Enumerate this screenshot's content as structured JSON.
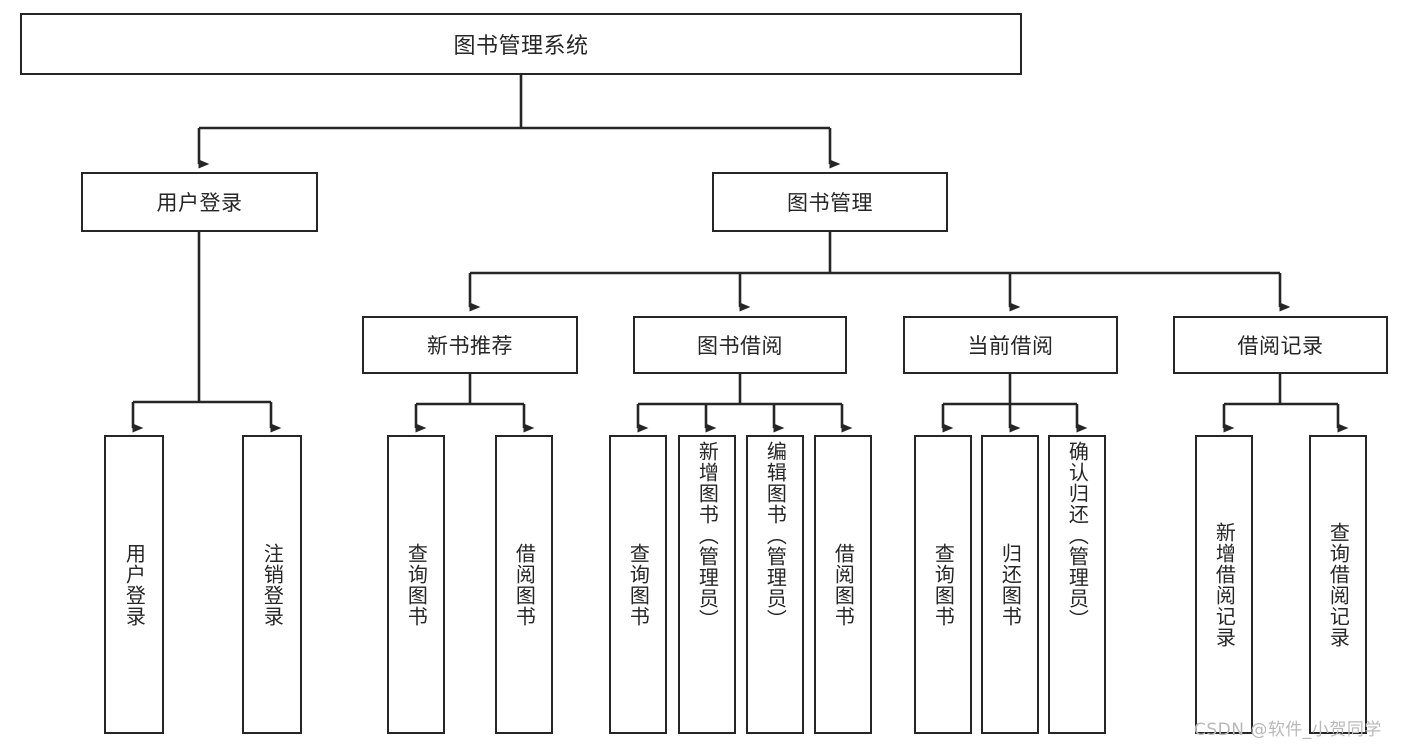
{
  "diagram": {
    "title": "图书管理系统",
    "type": "tree-hierarchy",
    "root": {
      "label": "图书管理系统"
    },
    "level1": [
      {
        "label": "用户登录"
      },
      {
        "label": "图书管理"
      }
    ],
    "level2": [
      {
        "label": "新书推荐",
        "parent": "图书管理"
      },
      {
        "label": "图书借阅",
        "parent": "图书管理"
      },
      {
        "label": "当前借阅",
        "parent": "图书管理"
      },
      {
        "label": "借阅记录",
        "parent": "图书管理"
      }
    ],
    "leaves": {
      "user_login": [
        {
          "label": "用户登录"
        },
        {
          "label": "注销登录"
        }
      ],
      "new_book_recommend": [
        {
          "label": "查询图书"
        },
        {
          "label": "借阅图书"
        }
      ],
      "book_borrow": [
        {
          "label": "查询图书"
        },
        {
          "label": "新增图书（管理员）"
        },
        {
          "label": "编辑图书（管理员）"
        },
        {
          "label": "借阅图书"
        }
      ],
      "current_borrow": [
        {
          "label": "查询图书"
        },
        {
          "label": "归还图书"
        },
        {
          "label": "确认归还（管理员）"
        }
      ],
      "borrow_record": [
        {
          "label": "新增借阅记录"
        },
        {
          "label": "查询借阅记录"
        }
      ]
    }
  },
  "watermark": {
    "text": "CSDN @软件_小贺同学"
  },
  "colors": {
    "stroke": "#262626",
    "text": "#262626",
    "background": "#ffffff",
    "watermark": "#b9b9b9"
  }
}
